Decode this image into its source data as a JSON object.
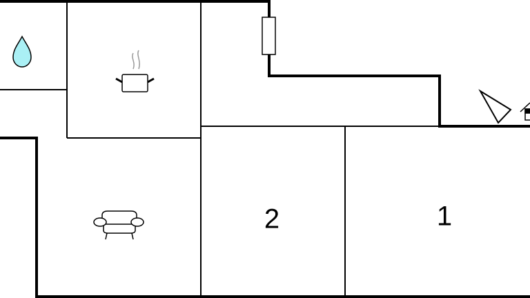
{
  "floorplan": {
    "rooms": [
      {
        "id": "bathroom",
        "icon": "water-drop-icon"
      },
      {
        "id": "kitchen",
        "icon": "cooking-pot-icon"
      },
      {
        "id": "living-room",
        "icon": "sofa-icon"
      },
      {
        "id": "bedroom-2",
        "label": "2"
      },
      {
        "id": "bedroom-1",
        "label": "1"
      }
    ],
    "colors": {
      "wall": "#000000",
      "water": "#aaf0f5",
      "steam": "#999999"
    }
  }
}
